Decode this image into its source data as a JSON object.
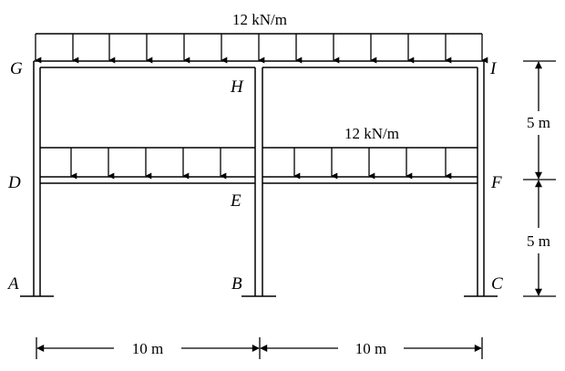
{
  "load_top": "12 kN/m",
  "load_mid": "12 kN/m",
  "nodes": {
    "A": "A",
    "B": "B",
    "C": "C",
    "D": "D",
    "E": "E",
    "F": "F",
    "G": "G",
    "H": "H",
    "I": "I"
  },
  "dims": {
    "span_left": "10 m",
    "span_right": "10 m",
    "story_upper": "5 m",
    "story_lower": "5 m"
  },
  "colors": {
    "line": "#000000",
    "background": "#ffffff"
  }
}
